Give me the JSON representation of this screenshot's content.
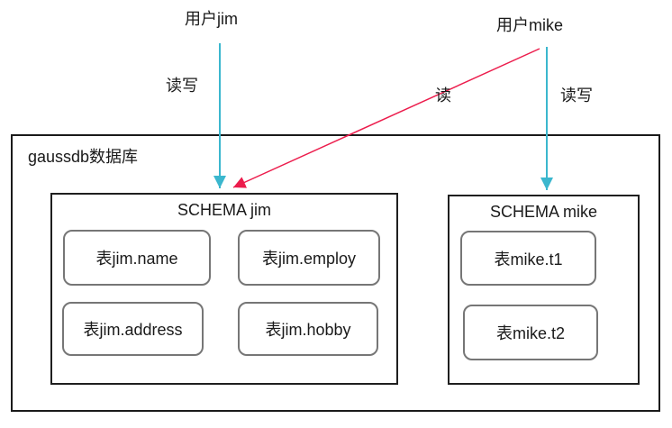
{
  "users": {
    "jim": {
      "label": "用户jim"
    },
    "mike": {
      "label": "用户mike"
    }
  },
  "arrows": {
    "jim_readwrite": {
      "label": "读写",
      "color": "#3bb7ce"
    },
    "mike_read": {
      "label": "读",
      "color": "#ec1c4c"
    },
    "mike_readwrite": {
      "label": "读写",
      "color": "#3bb7ce"
    }
  },
  "database": {
    "title": "gaussdb数据库",
    "schemas": [
      {
        "title": "SCHEMA jim",
        "tables": [
          "表jim.name",
          "表jim.employ",
          "表jim.address",
          "表jim.hobby"
        ]
      },
      {
        "title": "SCHEMA mike",
        "tables": [
          "表mike.t1",
          "表mike.t2"
        ]
      }
    ]
  }
}
